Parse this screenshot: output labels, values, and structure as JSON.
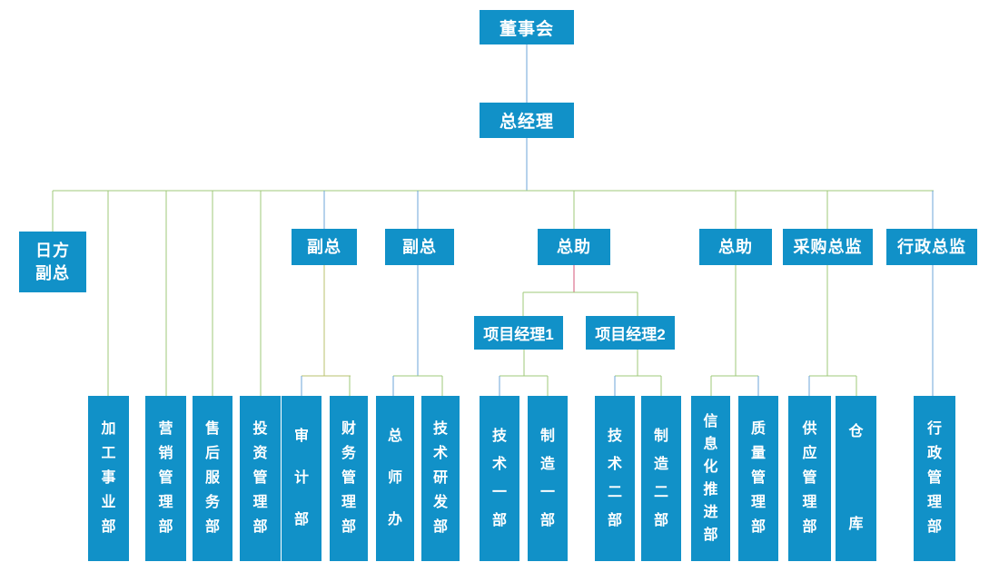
{
  "nodes": {
    "board": "董事会",
    "general_manager": "总经理",
    "level3": [
      "日方\n副总",
      "副总",
      "副总",
      "总助",
      "总助",
      "采购总监",
      "行政总监"
    ],
    "project_managers": [
      "项目经理1",
      "项目经理2"
    ],
    "departments": [
      "加工事业部",
      "营销管理部",
      "售后服务部",
      "投资管理部",
      "审计部",
      "财务管理部",
      "总师办",
      "技术研发部",
      "技术一部",
      "制造一部",
      "技术二部",
      "制造二部",
      "信息化推进部",
      "质量管理部",
      "供应管理部",
      "仓库",
      "行政管理部"
    ]
  },
  "colors": {
    "node_fill": "#1191c8",
    "node_text": "#ffffff",
    "line_green": "#9fc87a",
    "line_olive": "#b9c16c",
    "line_blue": "#6ea6d8",
    "line_red": "#d4547a",
    "background": "#ffffff"
  }
}
